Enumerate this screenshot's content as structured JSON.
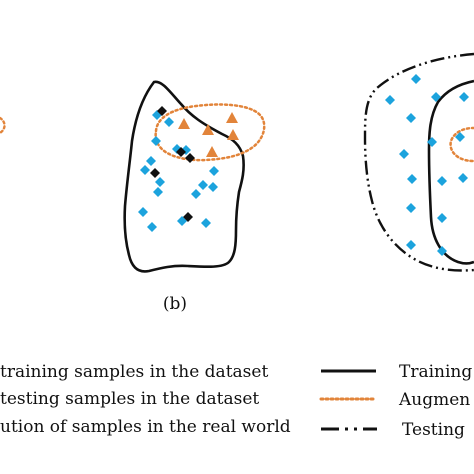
{
  "panels": [
    {
      "label": "(b)"
    }
  ],
  "legend_left": [
    "training samples in the dataset",
    "testing samples in the dataset",
    "ution of samples in the real world"
  ],
  "legend_right": [
    "Training",
    "Augmen",
    "Testing"
  ],
  "colors": {
    "training_marker": "#1CA3DD",
    "testing_marker": "#111111",
    "augmented_marker": "#E2843A",
    "augmented_boundary": "#E2843A",
    "boundary": "#111111"
  },
  "icons": {
    "training_marker": "diamond",
    "testing_marker": "diamond",
    "augmented_marker": "triangle"
  }
}
